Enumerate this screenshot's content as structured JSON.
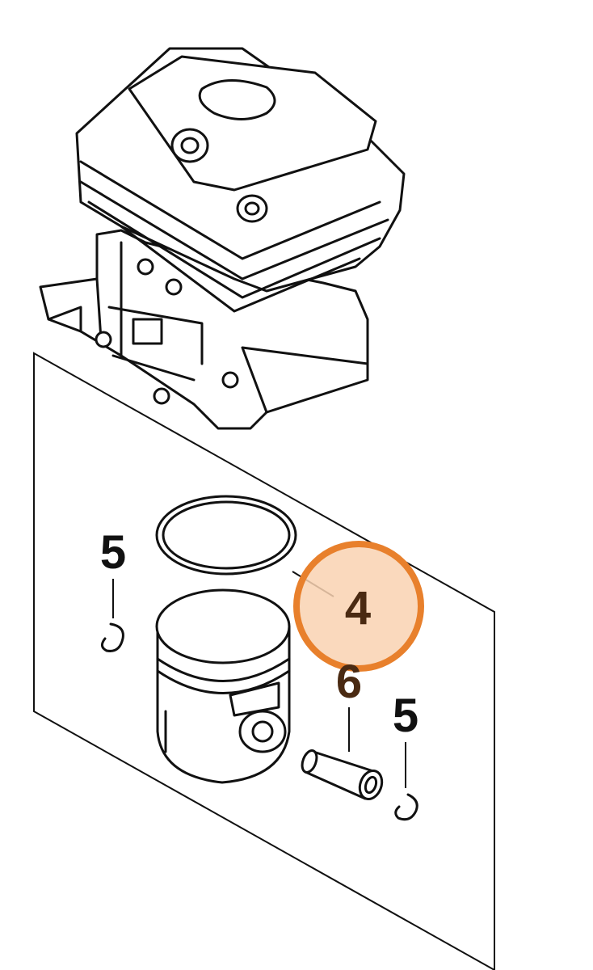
{
  "diagram": {
    "labels": {
      "circlip_left": "5",
      "piston_ring": "4",
      "piston_pin": "6",
      "circlip_right": "5"
    },
    "highlight": {
      "part": "4",
      "stroke_color": "#E8802C",
      "fill_color": "#F9D2B2"
    }
  }
}
